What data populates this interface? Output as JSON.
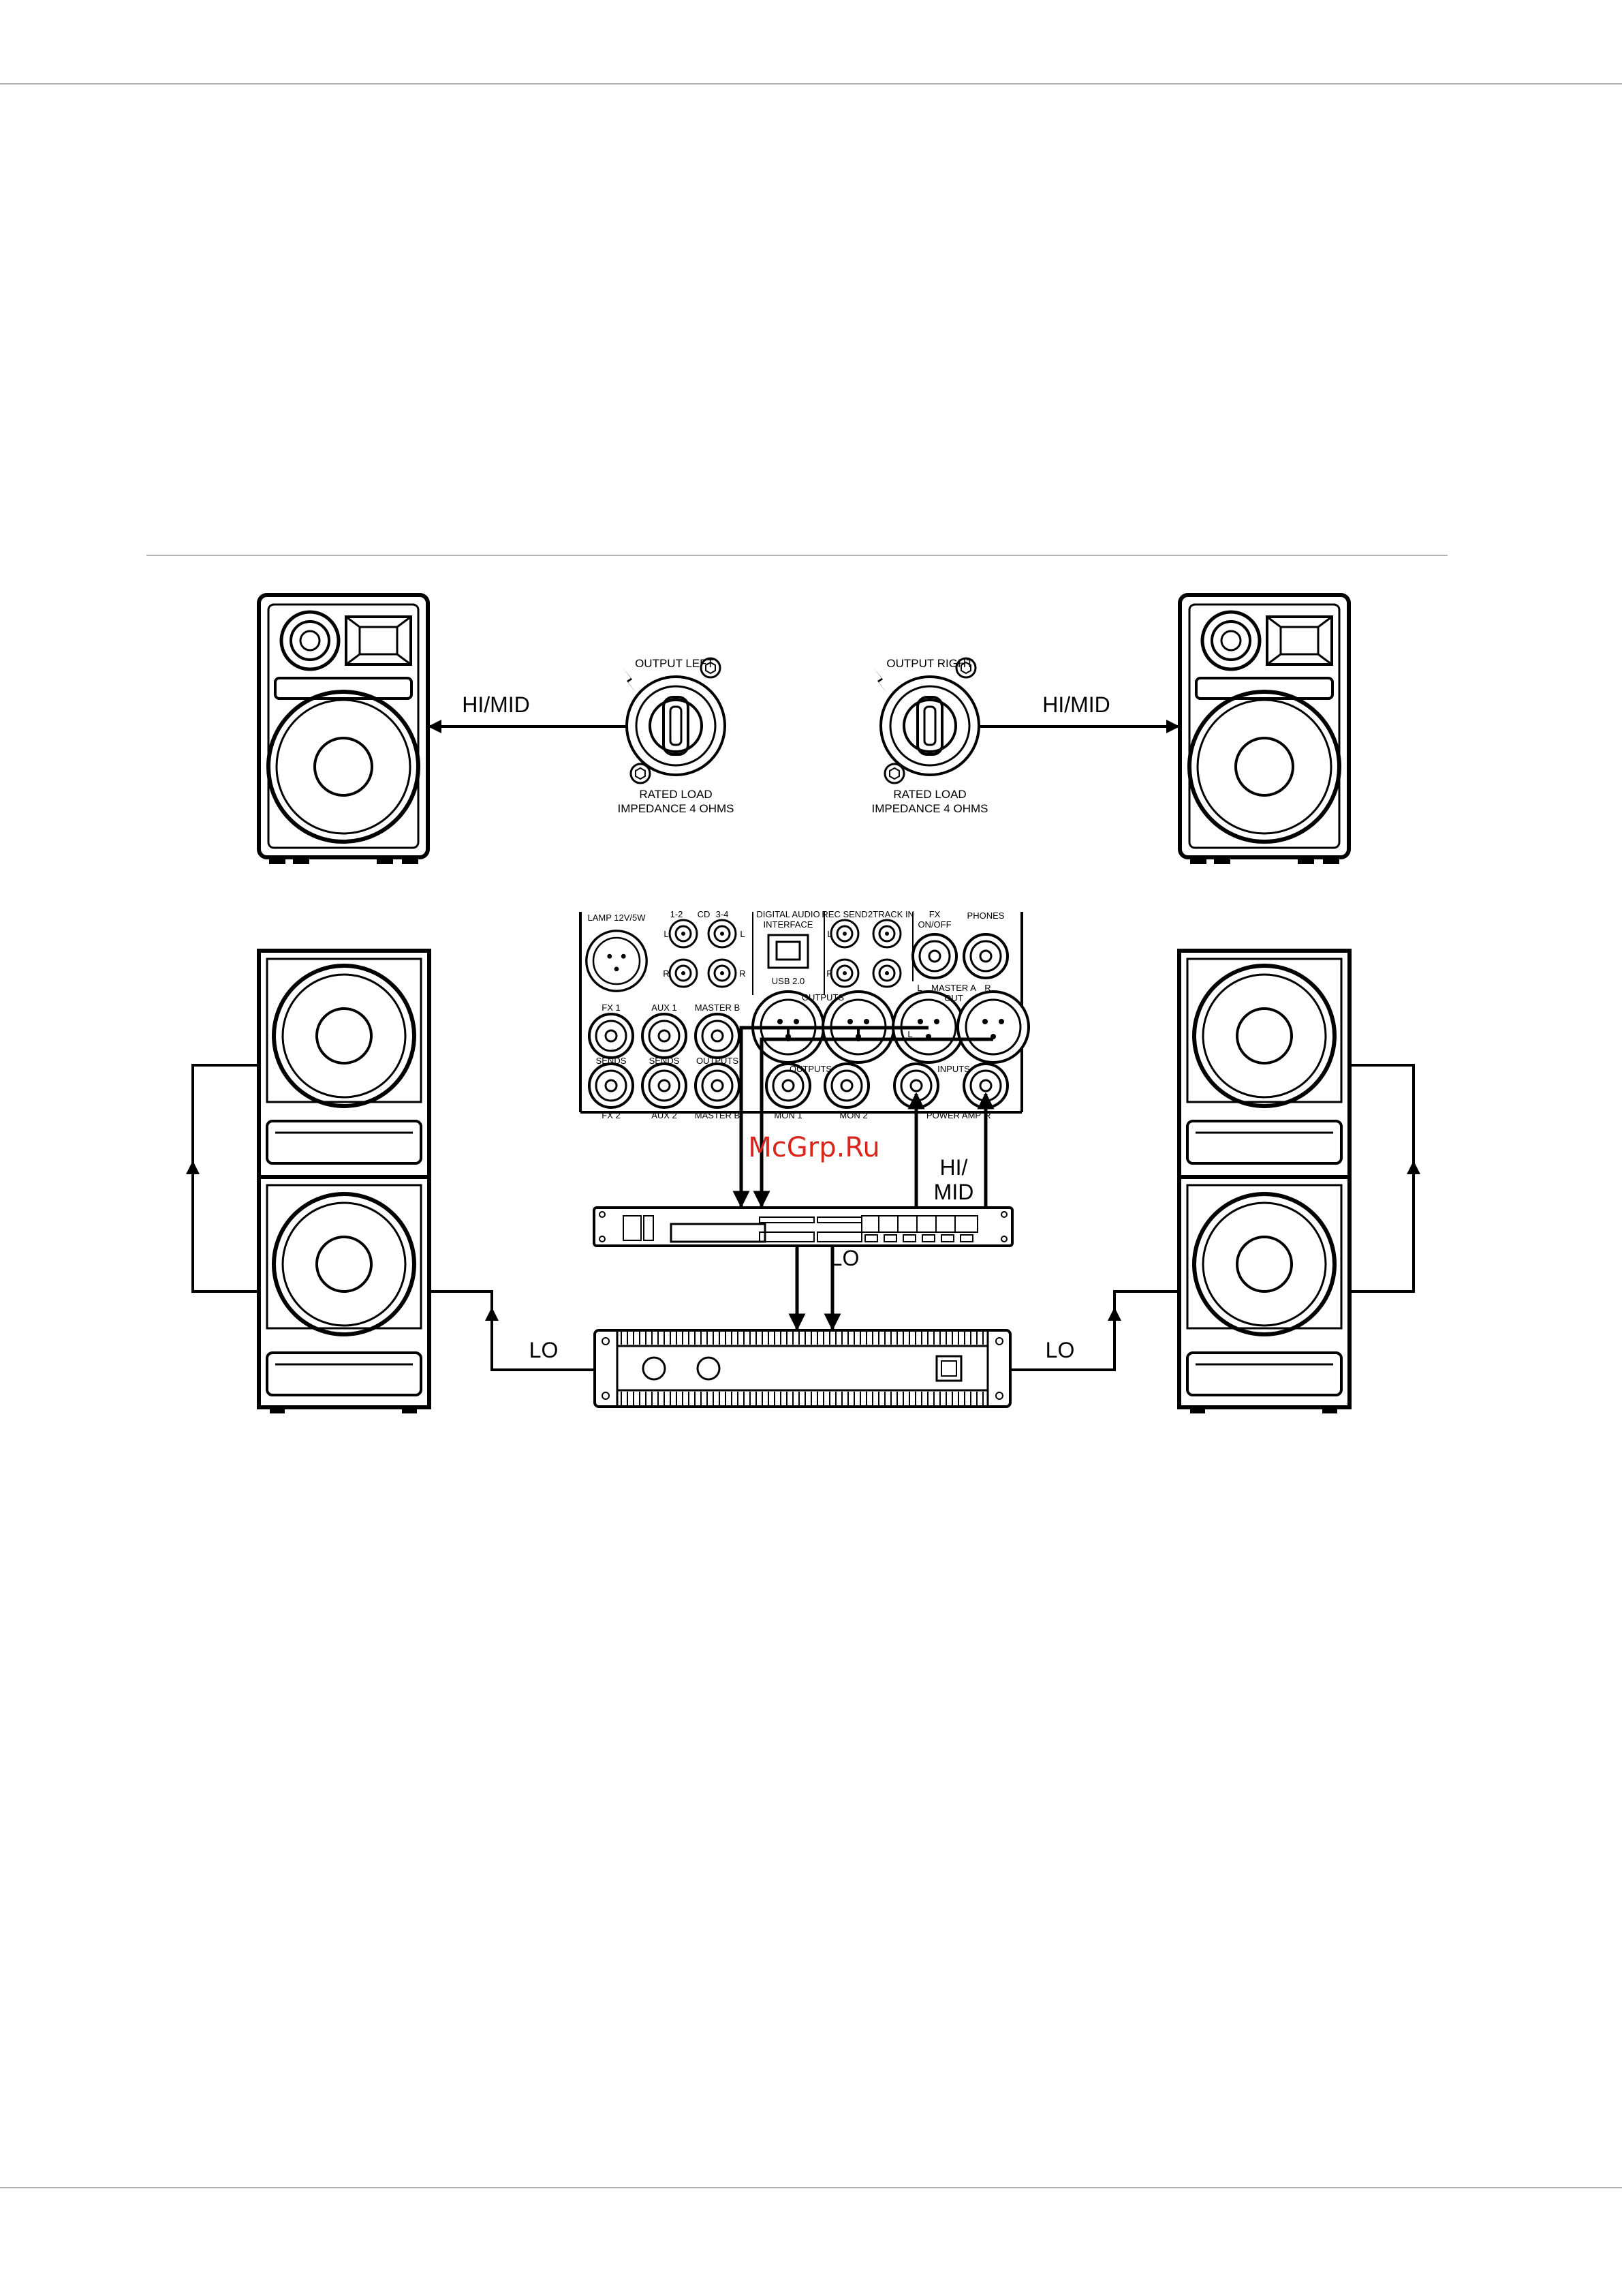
{
  "colors": {
    "ink": "#000000",
    "rule": "#b3b3b3",
    "watermark": "#d9261c"
  },
  "connectors": {
    "left": {
      "title": "OUTPUT LEFT",
      "load_line1": "RATED LOAD",
      "load_line2": "IMPEDANCE 4 OHMS"
    },
    "right": {
      "title": "OUTPUT RIGHT",
      "load_line1": "RATED LOAD",
      "load_line2": "IMPEDANCE 4 OHMS"
    }
  },
  "signals": {
    "himid_left": "HI/MID",
    "himid_right": "HI/MID",
    "himid_center_1": "HI/",
    "himid_center_2": "MID",
    "lo_left": "LO",
    "lo_center": "LO",
    "lo_right": "LO"
  },
  "mixer_panel": {
    "lamp": "LAMP 12V/5W",
    "cd_12": "1-2",
    "cd": "CD",
    "cd_34": "3-4",
    "digital_audio_1": "DIGITAL AUDIO",
    "digital_audio_2": "INTERFACE",
    "usb": "USB 2.0",
    "rec_send": "REC SEND",
    "track_in": "2TRACK IN",
    "fx_1": "FX",
    "fx_2": "ON/OFF",
    "phones": "PHONES",
    "outputs_top": "OUTPUTS",
    "master_l": "L",
    "master_a": "MASTER A",
    "master_out": "OUT",
    "master_r": "R",
    "fx1": "FX 1",
    "aux1": "AUX 1",
    "master_b_top": "MASTER B",
    "sends_left": "SENDS",
    "sends_mid": "SENDS",
    "outputs_right": "OUTPUTS",
    "outputs_bottom": "OUTPUTS",
    "inputs": "INPUTS",
    "fx2": "FX 2",
    "aux2": "AUX 2",
    "master_b_bottom": "MASTER B",
    "mon1": "MON 1",
    "mon2": "MON 2",
    "power_amp": "POWER AMP",
    "pa_r": "R",
    "l_left": "L",
    "r_left": "R",
    "l_mid": "L",
    "r_mid": "R",
    "l_rec": "L",
    "r_rec": "R",
    "l_out": "L"
  },
  "watermark": "McGrp.Ru"
}
